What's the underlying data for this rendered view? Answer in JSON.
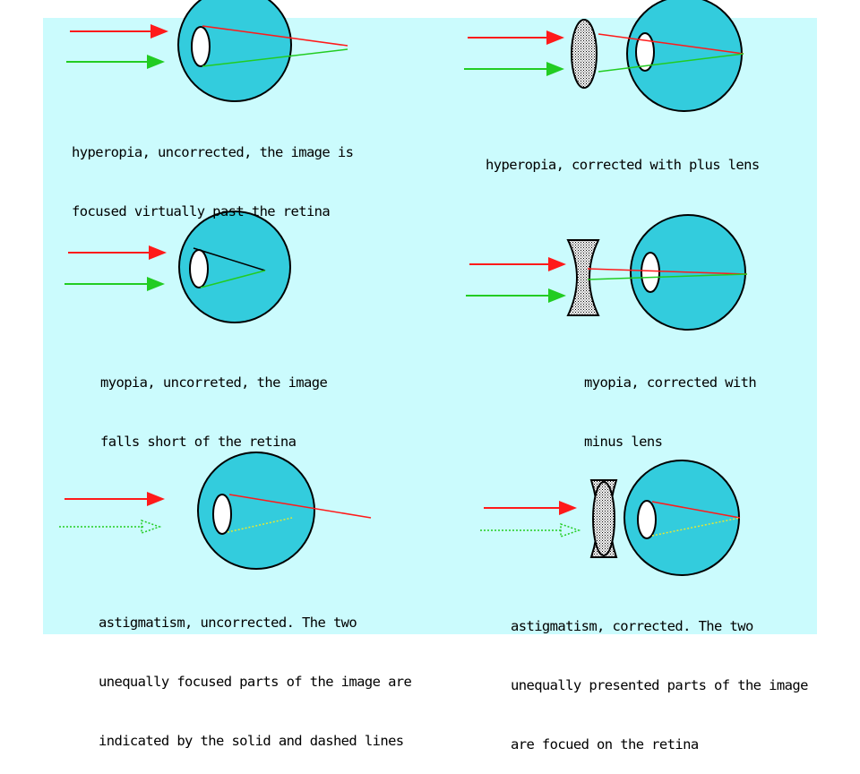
{
  "colors": {
    "background": "#cbfbfd",
    "eye_fill": "#33ccdd",
    "red_ray": "#ff1a1a",
    "green_ray": "#22cc22",
    "outline": "#000000"
  },
  "panels": [
    {
      "id": "hyperopia-uncorrected",
      "caption": [
        "hyperopia, uncorrected, the image is",
        "focused virtually past the retina"
      ]
    },
    {
      "id": "hyperopia-corrected",
      "caption": [
        "hyperopia, corrected with plus lens"
      ]
    },
    {
      "id": "myopia-uncorrected",
      "caption": [
        "myopia, uncorreted, the image",
        "falls short of the retina"
      ]
    },
    {
      "id": "myopia-corrected",
      "caption": [
        "myopia, corrected with",
        "minus lens"
      ]
    },
    {
      "id": "astigmatism-uncorrected",
      "caption": [
        "astigmatism, uncorrected. The two",
        "unequally focused parts of the image are",
        "indicated by the solid and dashed lines"
      ]
    },
    {
      "id": "astigmatism-corrected",
      "caption": [
        "astigmatism, corrected. The two",
        "unequally presented parts of the image",
        "are focued on the retina"
      ]
    }
  ]
}
